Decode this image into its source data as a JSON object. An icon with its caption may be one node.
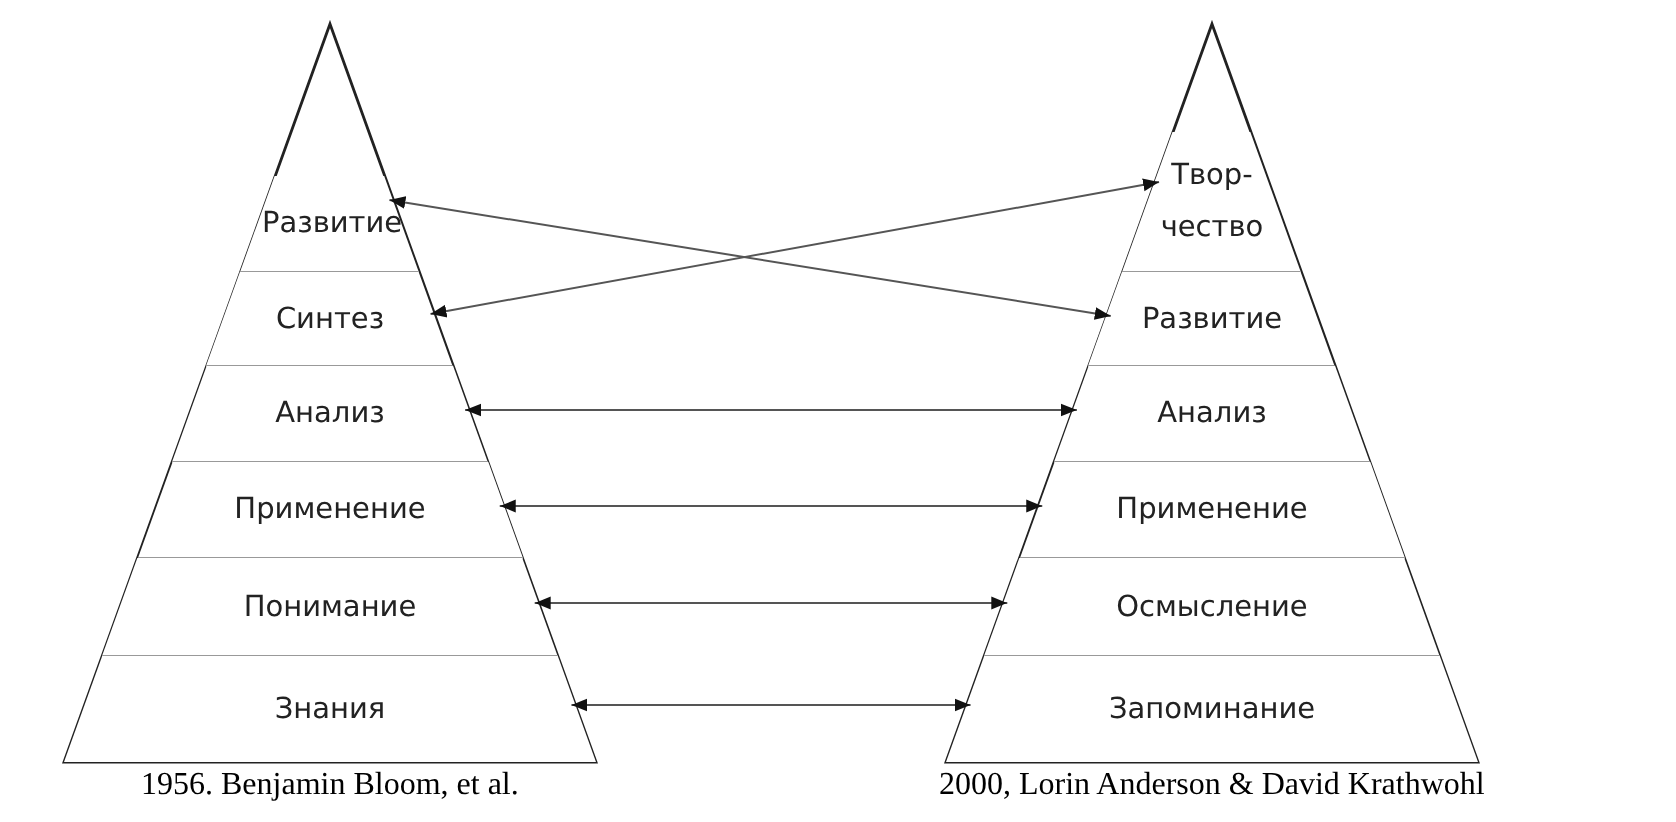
{
  "diagram": {
    "nodes": [
      {
        "text": [],
        "shape": "triangle"
      },
      {
        "text": [
          "Развитие"
        ],
        "in": 0
      },
      {
        "text": [
          "Синтез"
        ],
        "in": 0
      },
      {
        "text": [
          "Анализ"
        ],
        "in": 0
      },
      {
        "text": [
          "Применение"
        ],
        "in": 0
      },
      {
        "text": [
          "Понимание"
        ],
        "in": 0
      },
      {
        "text": [
          "Знания"
        ],
        "in": 0
      },
      {
        "text": [],
        "shape": "triangle"
      },
      {
        "text": [
          "Твор- чество"
        ],
        "in": 7
      },
      {
        "text": [
          "Развитие"
        ],
        "in": 7
      },
      {
        "text": [
          "Анализ"
        ],
        "in": 7
      },
      {
        "text": [
          "Применение"
        ],
        "in": 7
      },
      {
        "text": [
          "Осмысление"
        ],
        "in": 7
      },
      {
        "text": [
          "Запоминание"
        ],
        "in": 7
      }
    ],
    "edges": [
      {
        "from": 1,
        "to": 9,
        "arrow": "both"
      },
      {
        "from": 2,
        "to": 8,
        "arrow": "both"
      },
      {
        "from": 3,
        "to": 10,
        "arrow": "both"
      },
      {
        "from": 4,
        "to": 11,
        "arrow": "both"
      },
      {
        "from": 5,
        "to": 12,
        "arrow": "both"
      },
      {
        "from": 6,
        "to": 13,
        "arrow": "both"
      }
    ],
    "labels": [
      "1956. Benjamin Bloom, et al.",
      "2000, Lorin Anderson & David Krathwohl"
    ]
  }
}
